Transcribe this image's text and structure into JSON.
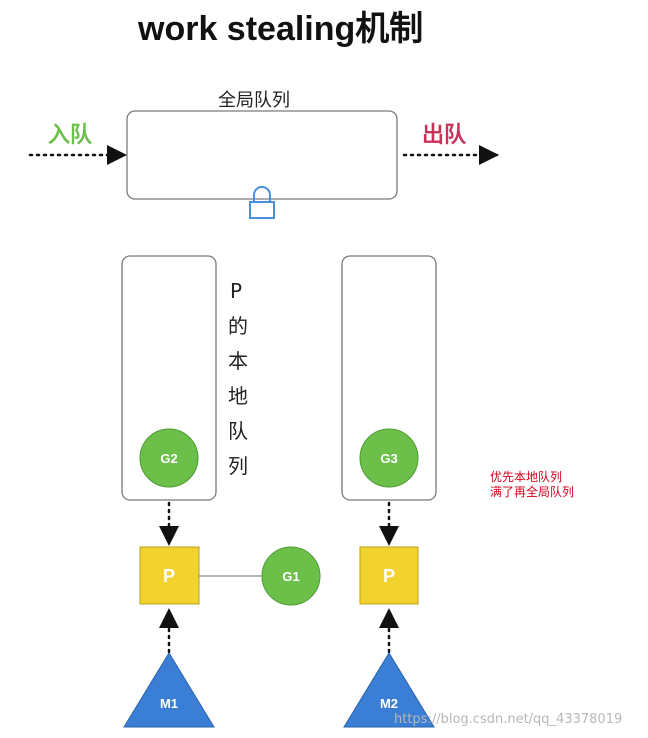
{
  "title": "work stealing机制",
  "global_queue": {
    "label": "全局队列",
    "in_label": "入队",
    "out_label": "出队"
  },
  "local_queue_label": [
    "P",
    "的",
    "本",
    "地",
    "队",
    "列"
  ],
  "goroutines": {
    "g1": "G1",
    "g2": "G2",
    "g3": "G3"
  },
  "processors": {
    "p_left": "P",
    "p_right": "P"
  },
  "machines": {
    "m1": "M1",
    "m2": "M2"
  },
  "note": {
    "line1": "优先本地队列",
    "line2": "满了再全局队列"
  },
  "watermark": "https://blog.csdn.net/qq_43378019",
  "colors": {
    "goroutine_fill": "#6cc04a",
    "processor_fill": "#f2d22e",
    "machine_fill": "#3a7fd5",
    "lock": "#4a90d9",
    "in_label": "#6cc04a",
    "out_label": "#c7345a",
    "note": "#d0021b"
  }
}
